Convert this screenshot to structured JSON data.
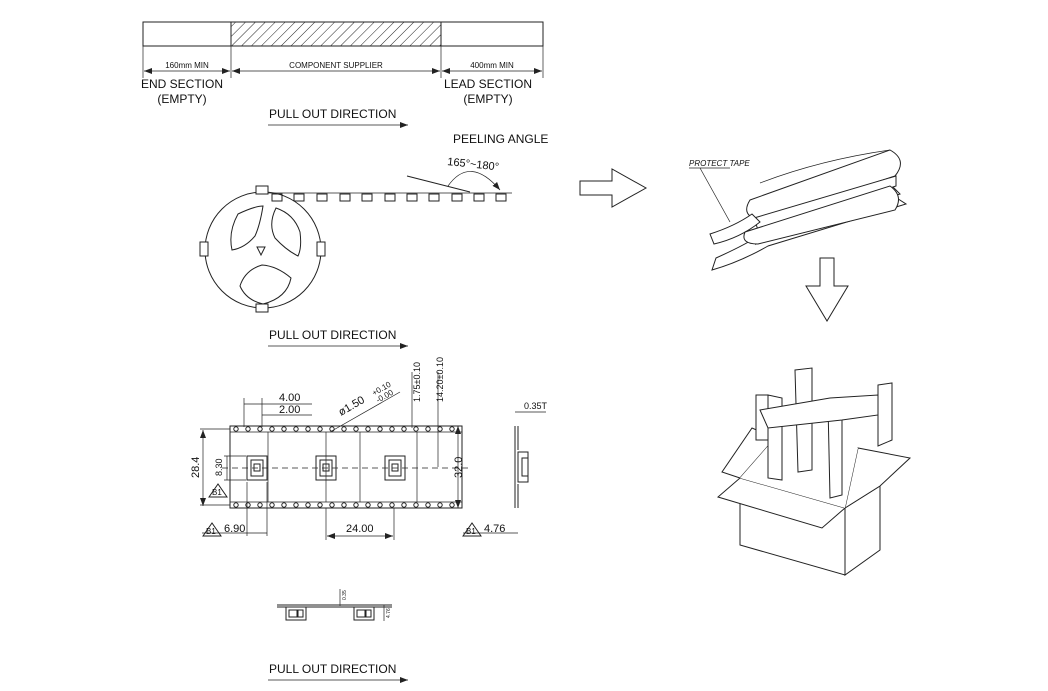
{
  "tape_sections": {
    "end_length": "160mm MIN",
    "component_label": "COMPONENT SUPPLIER",
    "lead_length": "400mm MIN",
    "end_title": "END SECTION",
    "end_sub": "(EMPTY)",
    "lead_title": "LEAD SECTION",
    "lead_sub": "(EMPTY)"
  },
  "pull_out_direction": "PULL OUT DIRECTION",
  "peeling": {
    "label": "PEELING ANGLE",
    "angle": "165°~180°"
  },
  "protect_tape": "PROTECT TAPE",
  "dimensions": {
    "pitch_4": "4.00",
    "pitch_2": "2.00",
    "hole_dia": "ø1.50",
    "hole_tol_plus": "+0.10",
    "hole_tol_minus": "-0.00",
    "edge_175": "1.75±0.10",
    "cavity_1420": "14.20±0.10",
    "thickness": "0.35T",
    "d_284": "28.4",
    "d_830": "8.30",
    "d_320": "32.0",
    "d_2400": "24.00",
    "d_690": "6.90",
    "d_476": "4.76",
    "b1": "B1",
    "side_035": "0.35",
    "side_476": "4.76"
  },
  "colors": {
    "line": "#222222",
    "background": "#ffffff"
  }
}
